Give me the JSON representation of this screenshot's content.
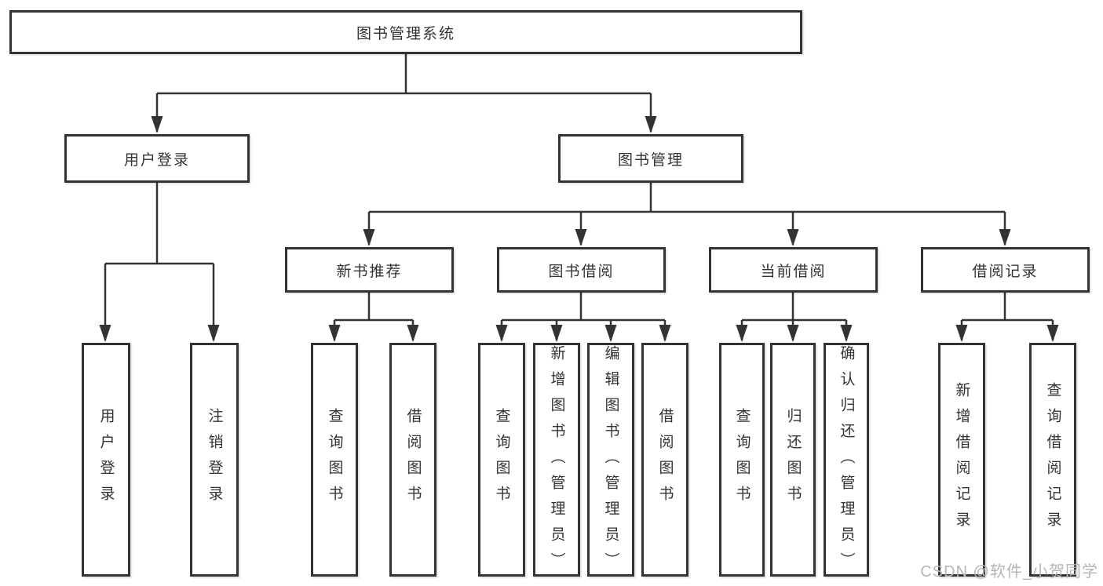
{
  "diagram": {
    "root": {
      "label": "图书管理系统"
    },
    "branches": [
      {
        "label": "用户登录",
        "children": [
          {
            "label": "用户登录"
          },
          {
            "label": "注销登录"
          }
        ]
      },
      {
        "label": "图书管理",
        "children": [
          {
            "label": "新书推荐",
            "children": [
              {
                "label": "查询图书"
              },
              {
                "label": "借阅图书"
              }
            ]
          },
          {
            "label": "图书借阅",
            "children": [
              {
                "label": "查询图书"
              },
              {
                "label": "新增图书（管理员）"
              },
              {
                "label": "编辑图书（管理员）"
              },
              {
                "label": "借阅图书"
              }
            ]
          },
          {
            "label": "当前借阅",
            "children": [
              {
                "label": "查询图书"
              },
              {
                "label": "归还图书"
              },
              {
                "label": "确认归还（管理员）"
              }
            ]
          },
          {
            "label": "借阅记录",
            "children": [
              {
                "label": "新增借阅记录"
              },
              {
                "label": "查询借阅记录"
              }
            ]
          }
        ]
      }
    ]
  },
  "watermark": {
    "text": "CSDN @软件_小贺同学"
  },
  "colors": {
    "line": "#333333",
    "box_border": "#333333",
    "text": "#333333",
    "background": "#ffffff",
    "watermark": "#b5b5b5"
  }
}
